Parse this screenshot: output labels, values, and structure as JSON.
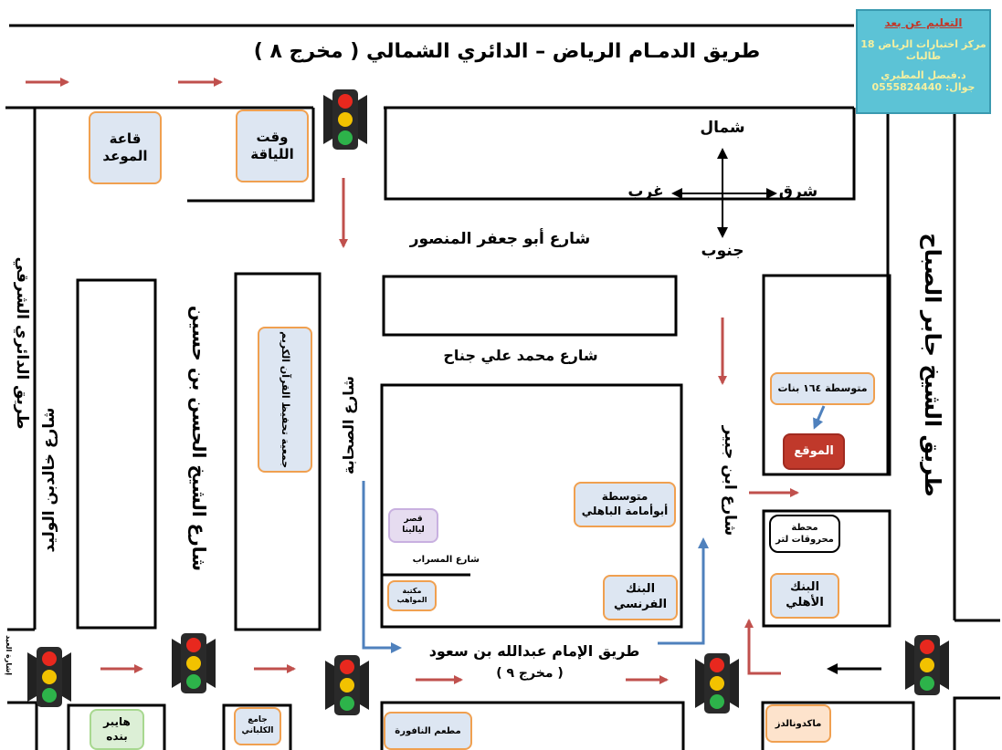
{
  "title": "طريق الدمـام الرياض – الدائري الشمالي ( مخرج ٨ )",
  "info_box": {
    "heading": "التعليم عن بعد",
    "line1": "مركز اختبارات الرياض 18",
    "line2": "طالبات",
    "line3": "د.فيصل المطيري",
    "line4": "جوال: 0555824440"
  },
  "compass": {
    "north": "شمال",
    "south": "جنوب",
    "east": "شرق",
    "west": "غرب"
  },
  "streets": {
    "abu_jafar": "شارع أبو جعفر المنصور",
    "jinnah": "شارع محمد علي جناح",
    "imam_road": "طريق الإمام عبدالله بن سعود",
    "exit9": "( مخرج ٩ )",
    "sheikh_jaber": "طريق الشيخ جابر الصباح",
    "eastern_ring": "طريق الدائري الشرقي",
    "khalid": "شارع خالدبن الوليد",
    "hassan": "شارع الشيخ الحسن بن حسين",
    "sahaba": "شارع الصحابة",
    "masrab": "شارع المسراب",
    "ibn_jubair": "شارع ابن جبير",
    "eid_signal": "إشارة العيد"
  },
  "places": {
    "qaat_line1": "قاعة",
    "qaat_line2": "الموعد",
    "waqt_line1": "وقت",
    "waqt_line2": "اللياقة",
    "tahfeez": "جمعية تحفيظ القرآن الكريم",
    "school164": "متوسطة ١٦٤ بنات",
    "location": "الموقع",
    "abu_umama_line1": "متوسطة",
    "abu_umama_line2": "أبوأمامة الباهلي",
    "qasr_line1": "قصر",
    "qasr_line2": "ليالينا",
    "maktaba_line1": "مكتبة",
    "maktaba_line2": "المواهب",
    "bank_fr_line1": "البنك",
    "bank_fr_line2": "الفرنسي",
    "station_line1": "محطة",
    "station_line2": "محروقات لتر",
    "bank_ahli_line1": "البنك",
    "bank_ahli_line2": "الأهلي",
    "hyper_line1": "هايبر",
    "hyper_line2": "بنده",
    "mosque_line1": "جامع",
    "mosque_line2": "الكلباني",
    "nafoura": "مطعم النافورة",
    "mcdonalds": "ماكدونالدز"
  },
  "colors": {
    "red_arrow": "#c0504d",
    "blue_arrow": "#4f81bd",
    "location_box": "#c0392b",
    "info_box": "#5cc3d6",
    "box_border": "#f0a050",
    "box_fill": "#dde6f2"
  }
}
